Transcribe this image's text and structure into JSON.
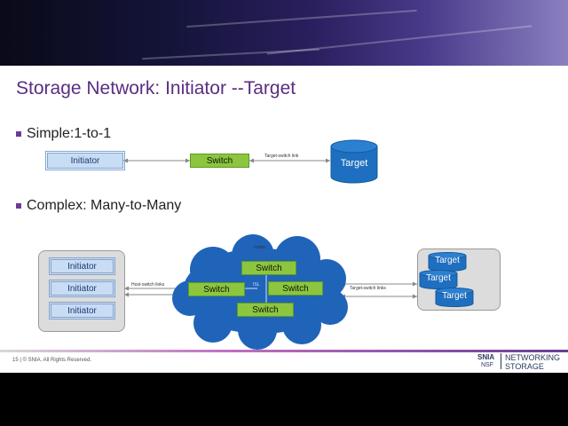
{
  "slide": {
    "title": "Storage Network: Initiator --Target",
    "bullets": [
      "Simple:1-to-1",
      "Complex: Many-to-Many"
    ]
  },
  "simple": {
    "initiator": "Initiator",
    "switch": "Switch",
    "link_label": "Target-switch link",
    "target": "Target"
  },
  "complex": {
    "initiators": [
      "Initiator",
      "Initiator",
      "Initiator"
    ],
    "host_link_label": "Host-switch links",
    "fabric_label": "Fabric",
    "switches": [
      "Switch",
      "Switch",
      "Switch",
      "Switch"
    ],
    "isl_label": "ISL",
    "target_link_label": "Target-switch links",
    "targets": [
      "Target",
      "Target",
      "Target"
    ]
  },
  "footer": {
    "page_text": "15 | © SNIA. All Rights Reserved.",
    "logo_top": "SNIA",
    "logo_bottom": "NSF",
    "logo_right_1": "NETWORKING",
    "logo_right_2": "STORAGE"
  },
  "colors": {
    "title": "#5a2d82",
    "switch": "#8cc63f",
    "initiator": "#c8dcf4",
    "target": "#1e6fbf"
  }
}
